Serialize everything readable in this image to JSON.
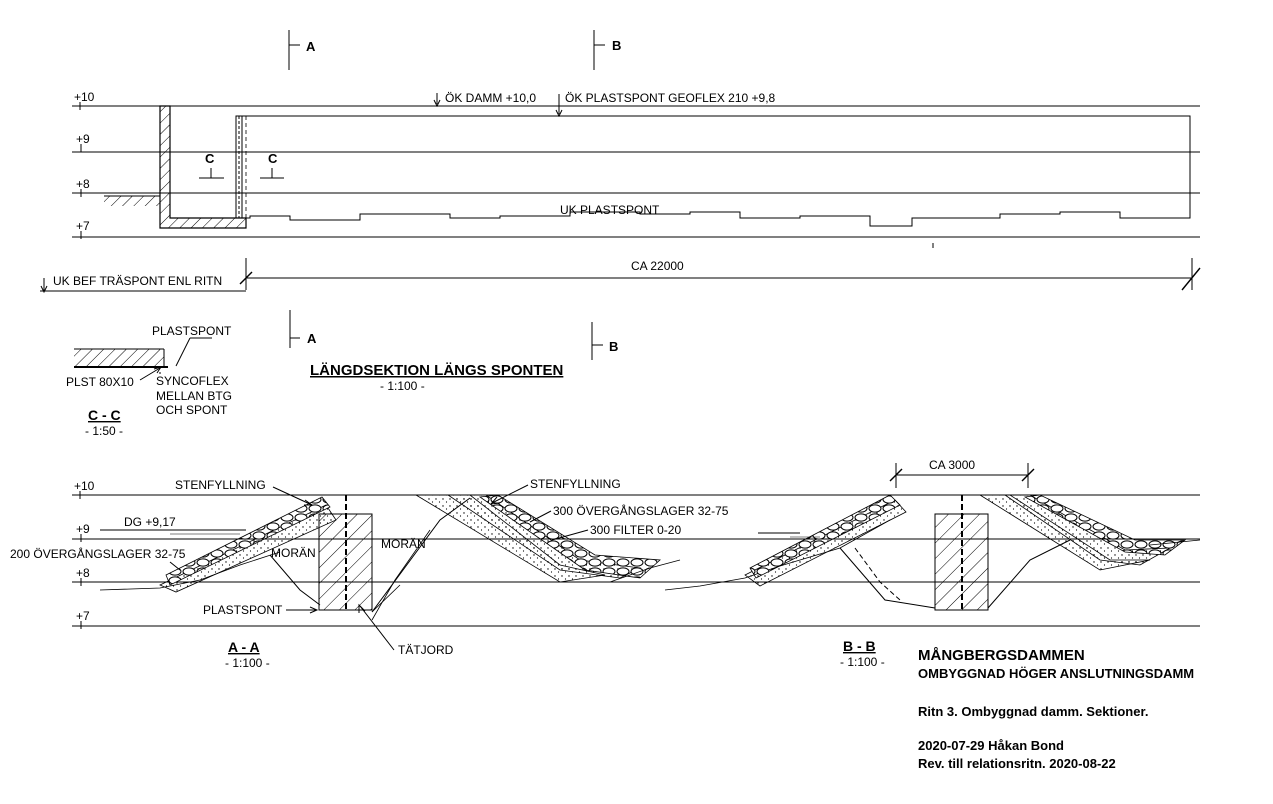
{
  "elevations": {
    "plus10": "+10",
    "plus9": "+9",
    "plus8": "+8",
    "plus7": "+7"
  },
  "section_marks": {
    "a": "A",
    "b": "B",
    "c": "C"
  },
  "longitudinal": {
    "ok_damm": "ÖK DAMM +10,0",
    "ok_plastspont": "ÖK PLASTSPONT GEOFLEX 210 +9,8",
    "uk_plastspont": "UK PLASTSPONT",
    "uk_bef": "UK BEF TRÄSPONT ENL RITN",
    "ca_length": "CA 22000",
    "title": "LÄNGDSEKTION LÄNGS SPONTEN",
    "scale": "- 1:100 -"
  },
  "detail_cc": {
    "plastspont": "PLASTSPONT",
    "plst": "PLST 80X10",
    "syncoflex_1": "SYNCOFLEX",
    "syncoflex_2": "MELLAN BTG",
    "syncoflex_3": "OCH SPONT",
    "title": "C - C",
    "scale": "- 1:50 -"
  },
  "section_aa": {
    "stenfyllning_left": "STENFYLLNING",
    "dg": "DG +9,17",
    "overgang_200": "200 ÖVERGÅNGSLAGER 32-75",
    "moran_left": "MORÄN",
    "moran_right": "MORÄN",
    "plastspont": "PLASTSPONT",
    "tatjord": "TÄTJORD",
    "stenfyllning_right": "STENFYLLNING",
    "overgang_300": "300 ÖVERGÅNGSLAGER 32-75",
    "filter_300": "300 FILTER 0-20",
    "title": "A - A",
    "scale": "- 1:100 -"
  },
  "section_bb": {
    "ca_width": "CA 3000",
    "title": "B - B",
    "scale": "- 1:100 -"
  },
  "title_block": {
    "project": "MÅNGBERGSDAMMEN",
    "subtitle": "OMBYGGNAD HÖGER ANSLUTNINGSDAMM",
    "drawing": "Ritn 3. Ombyggnad damm. Sektioner.",
    "author_line": "2020-07-29  Håkan Bond",
    "revision": "Rev. till relationsritn. 2020-08-22"
  }
}
